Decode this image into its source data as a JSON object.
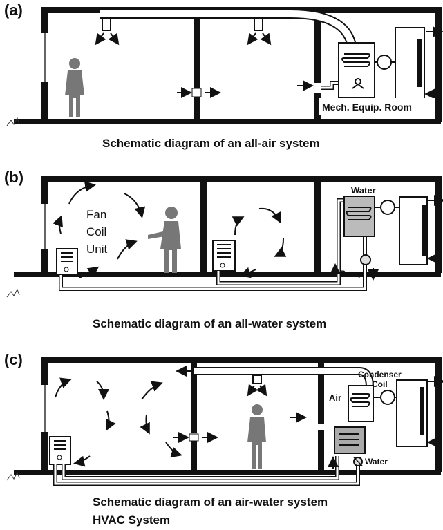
{
  "panels": {
    "a": {
      "letter": "(a)",
      "caption": "Schematic diagram of an all-air system",
      "room_label": "Mech. Equip. Room"
    },
    "b": {
      "letter": "(b)",
      "caption": "Schematic diagram of an all-water system",
      "fan_line1": "Fan",
      "fan_line2": "Coil",
      "fan_line3": "Unit",
      "water_label": "Water",
      "pump_label": "Pump"
    },
    "c": {
      "letter": "(c)",
      "caption": "Schematic diagram of an air-water system",
      "condenser_line1": "Condenser",
      "condenser_line2": "Coil",
      "air_label": "Air",
      "water_label": "Water"
    }
  },
  "footer_title": "HVAC System"
}
